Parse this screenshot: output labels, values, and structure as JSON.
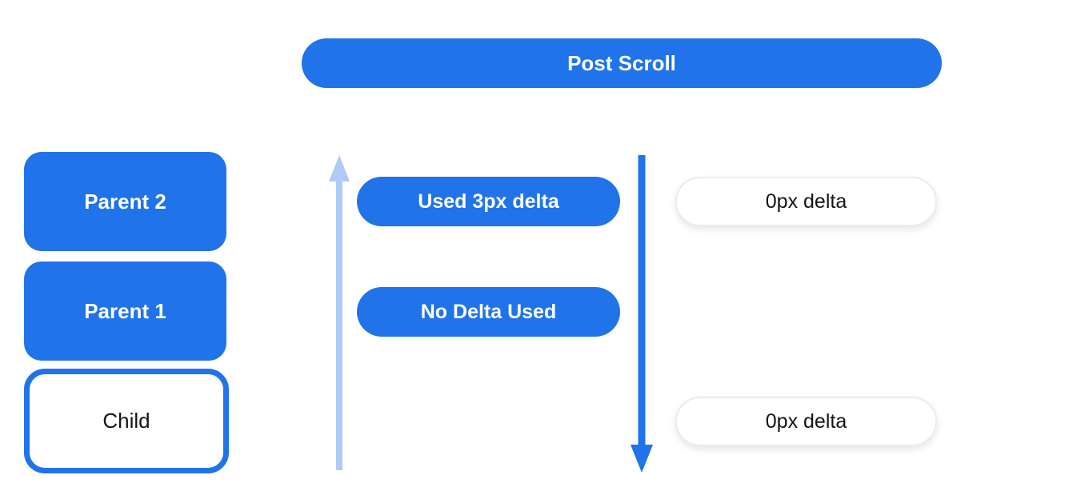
{
  "colors": {
    "primary_blue": "#2073e8",
    "light_blue": "#aecbf7",
    "pill_border": "#ececec",
    "text_dark": "#141414",
    "background": "#ffffff"
  },
  "header": {
    "label": "Post Scroll"
  },
  "node_stack": {
    "parents": [
      {
        "label": "Parent 2"
      },
      {
        "label": "Parent 1"
      }
    ],
    "child": {
      "label": "Child"
    }
  },
  "scroll_flow": {
    "up_arrow_icon": "light-blue-up-arrow",
    "down_arrow_icon": "blue-down-arrow",
    "labels": {
      "used_delta": "Used 3px delta",
      "no_delta": "No Delta Used",
      "zero_delta_top": "0px delta",
      "zero_delta_bottom": "0px delta"
    }
  }
}
